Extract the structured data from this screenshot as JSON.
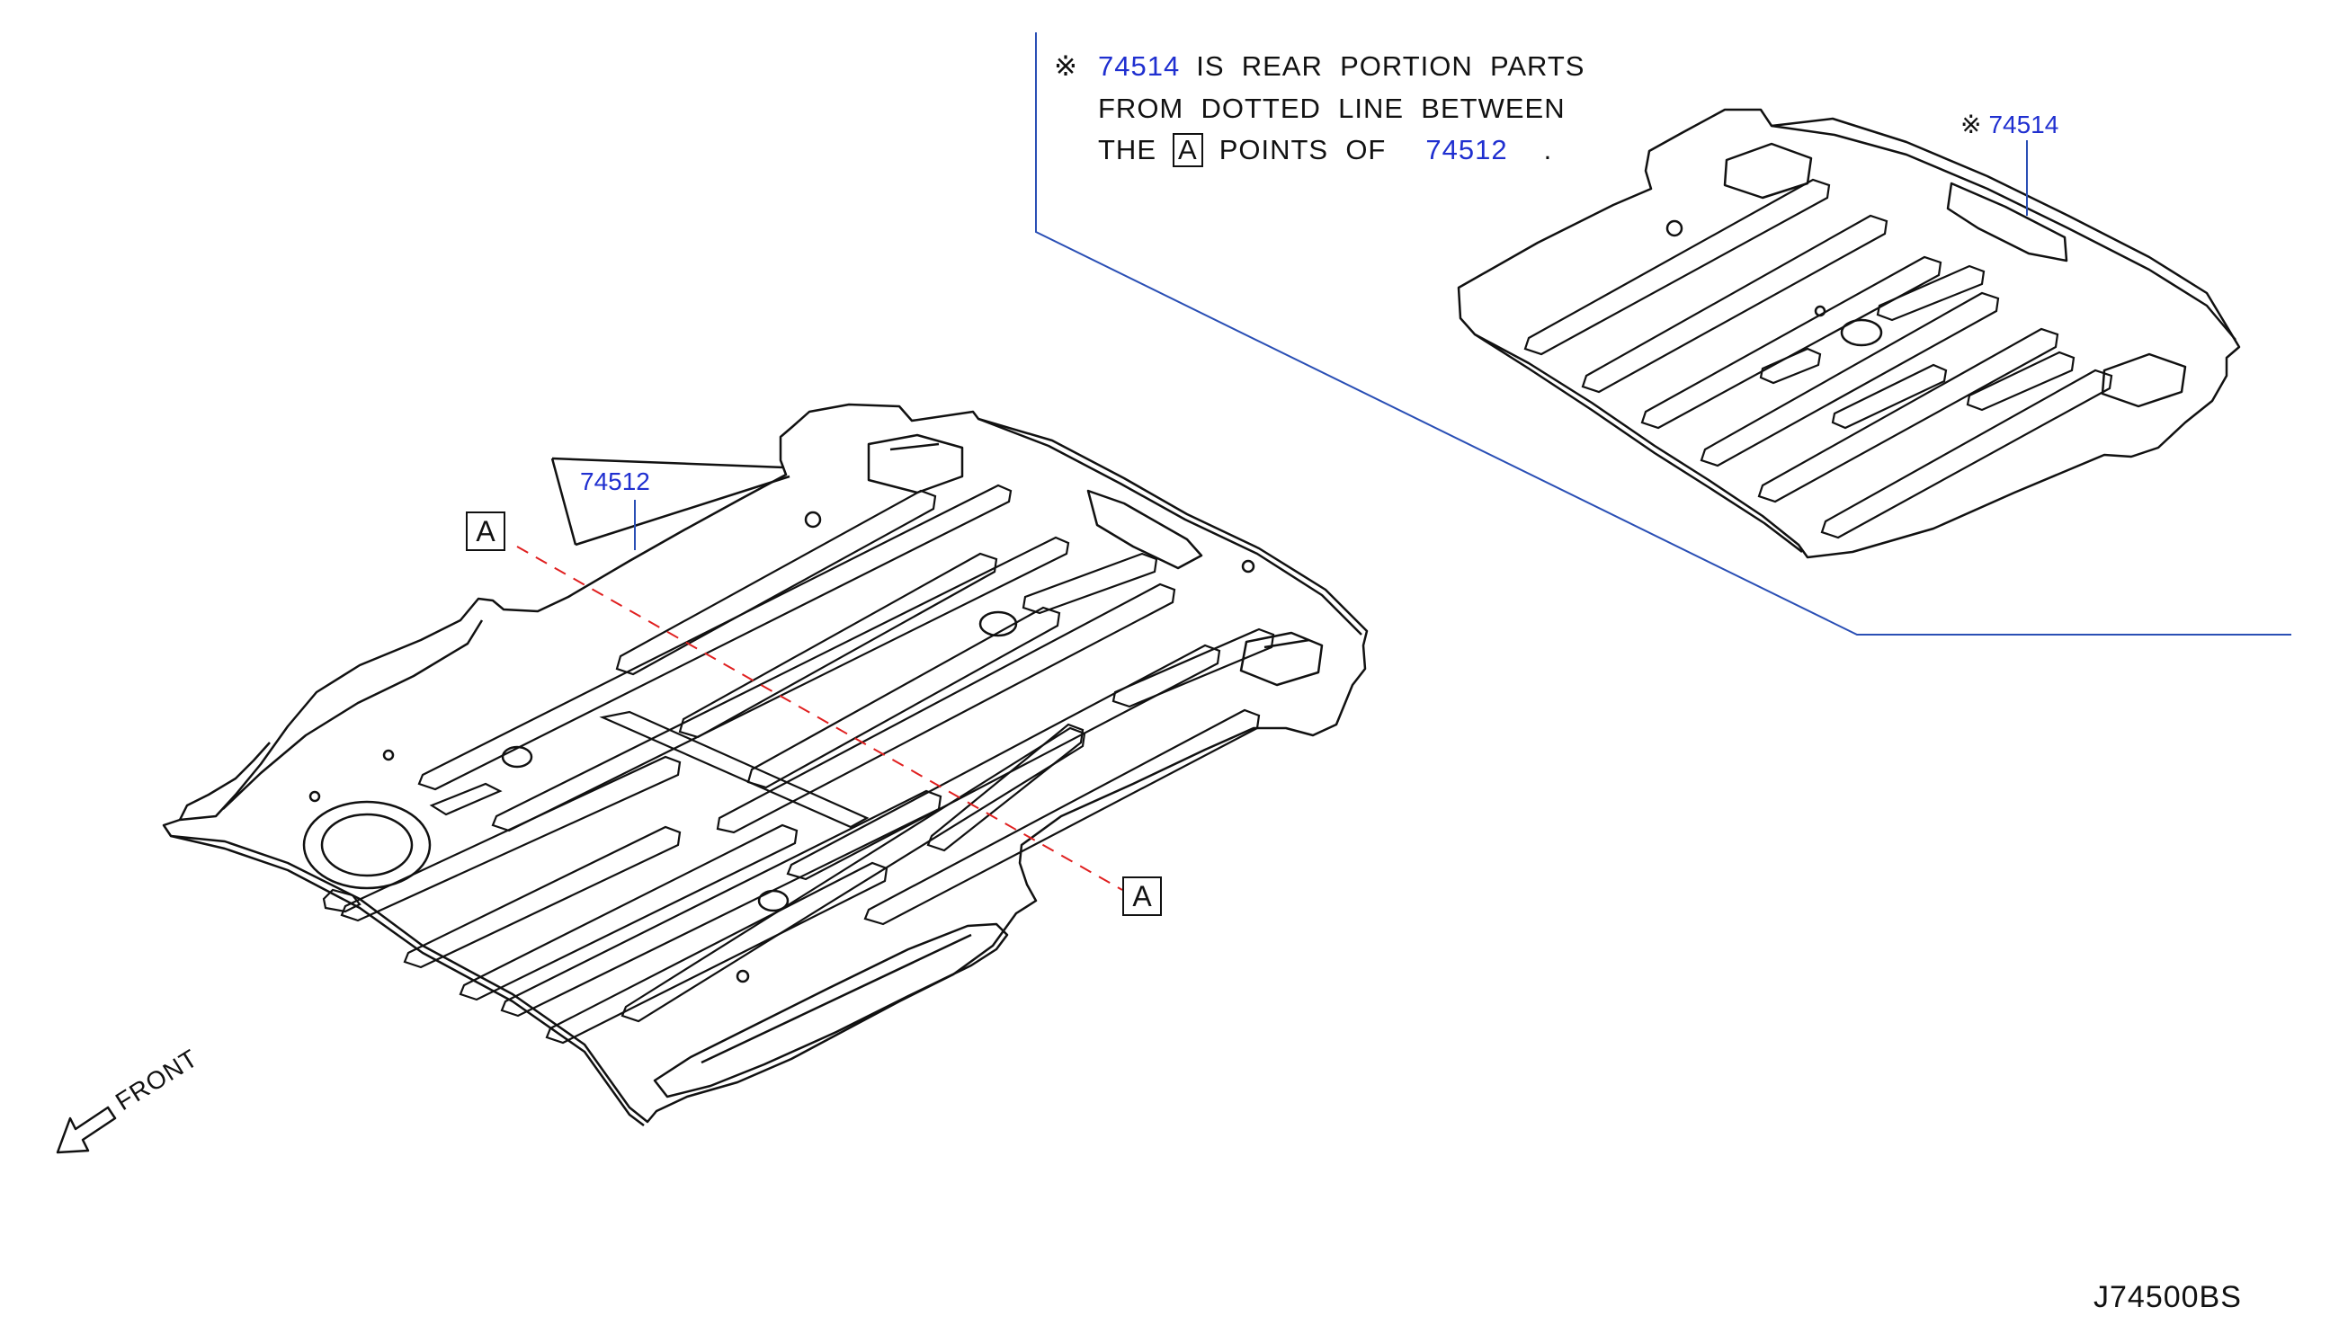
{
  "note": {
    "mark": "※",
    "line1_ref": "74514",
    "line1_text": "IS  REAR  PORTION  PARTS",
    "line2_text": "FROM  DOTTED  LINE  BETWEEN",
    "line3_pre": "THE",
    "line3_box": "A",
    "line3_mid": "POINTS  OF",
    "line3_ref": "74512",
    "line3_end": "."
  },
  "callouts": {
    "rear_mark": "※",
    "rear_ref": "74514",
    "main_ref": "74512"
  },
  "section_markers": {
    "start": "A",
    "end": "A"
  },
  "direction": {
    "label": "FRONT"
  },
  "illustration_code": "J74500BS",
  "colors": {
    "part_ref": "#1f2fd0",
    "leader_line": "#2a4fb5",
    "section_line": "#e02020",
    "drawing": "#111111"
  }
}
